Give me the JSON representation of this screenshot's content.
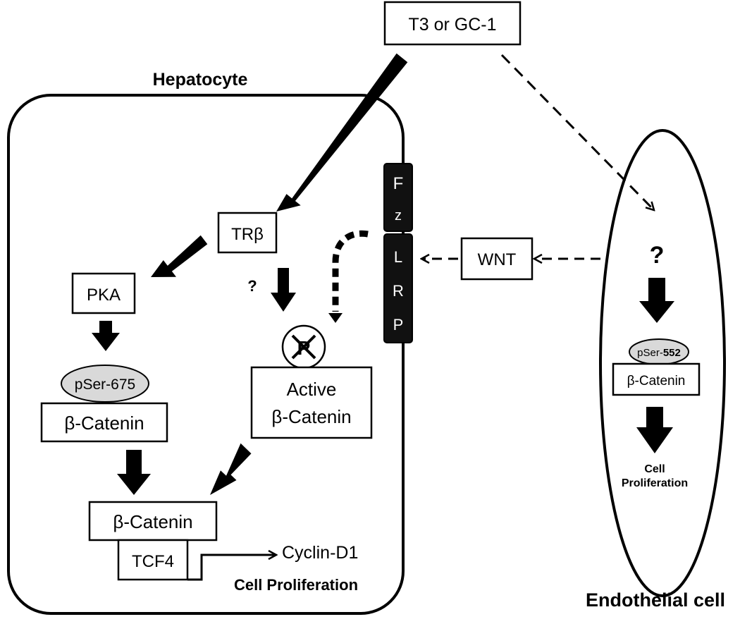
{
  "labels": {
    "hepatocyte": "Hepatocyte",
    "endothelial_cell": "Endothelial cell",
    "cell_proliferation_hepatocyte": "Cell Proliferation",
    "cell_proliferation_endo_line1": "Cell",
    "cell_proliferation_endo_line2": "Proliferation"
  },
  "nodes": {
    "t3_gc1": "T3 or GC-1",
    "tr_beta": "TRβ",
    "pka": "PKA",
    "pser675": "pSer-675",
    "beta_catenin_left": "β-Catenin",
    "active_line1": "Active",
    "active_line2": "β-Catenin",
    "phospho_marker": "P",
    "beta_catenin_tcf": "β-Catenin",
    "tcf4": "TCF4",
    "cyclin_d1": "Cyclin-D1",
    "wnt": "WNT",
    "pser552_prefix": "pSer-",
    "pser552_number": "552",
    "beta_catenin_endo": "β-Catenin"
  },
  "receptor": {
    "fz_letters": [
      "F",
      "z"
    ],
    "lrp_letters": [
      "L",
      "R",
      "P"
    ]
  },
  "unknowns": {
    "tr_question": "?",
    "endo_question": "?"
  }
}
